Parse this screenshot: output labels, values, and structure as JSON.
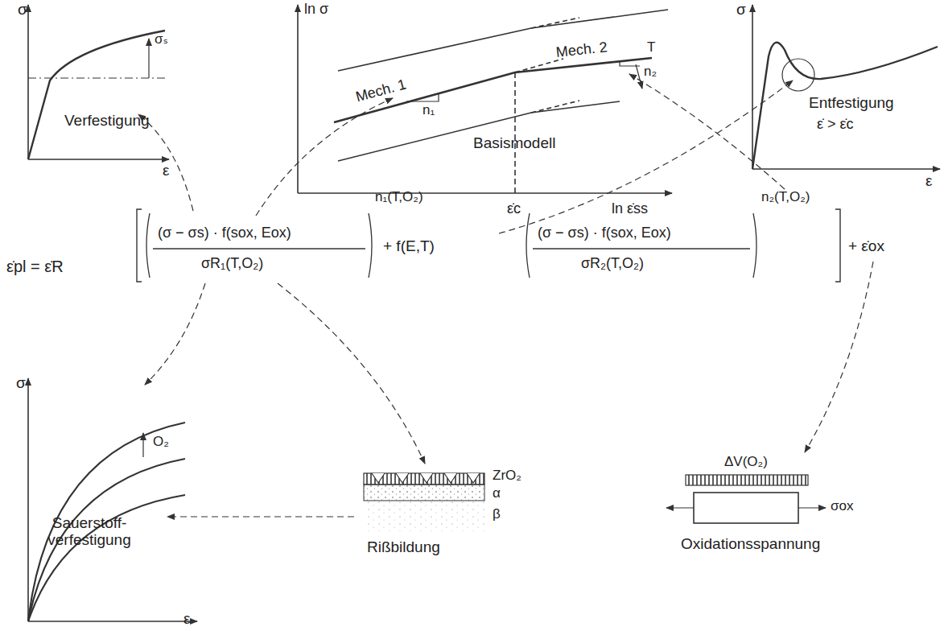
{
  "diagram": {
    "labels": [
      "σ",
      "σₛ",
      "Verfestigung",
      "ε",
      "ln σ",
      "T",
      "Mech. 1",
      "n₁",
      "Mech. 2",
      "n₂",
      "Basismodell",
      "ε̇c",
      "ln ε̇ss",
      "σ",
      "Entfestigung",
      "ε̇ > ε̇c",
      "ε",
      "ε̇pl = ε̇R",
      "(σ − σs) · f(sox, Eox)",
      "σR₁(T,O₂)",
      "n₁(T,O₂)",
      "+ f(E,T)",
      "(σ − σs) · f(sox, Eox)",
      "σR₂(T,O₂)",
      "n₂(T,O₂)",
      "+ ε̇ox",
      "σ",
      "O₂",
      "Sauerstoff- verfestigung",
      "ε",
      "ZrO₂",
      "α",
      "β",
      "Rißbildung",
      "ΔV(O₂)",
      "σox",
      "Oxidationsspannung"
    ]
  }
}
